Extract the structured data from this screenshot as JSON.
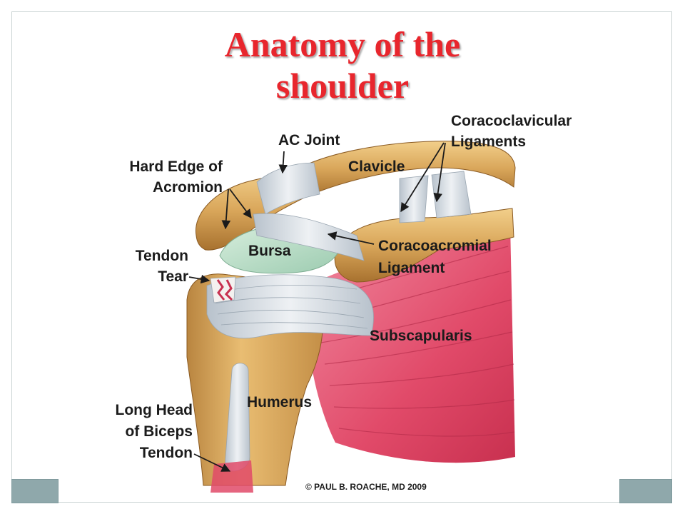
{
  "title": {
    "line1": "Anatomy of the",
    "line2": "shoulder"
  },
  "labels": {
    "ac_joint": "AC Joint",
    "coracoclavicular_1": "Coracoclavicular",
    "coracoclavicular_2": "Ligaments",
    "clavicle": "Clavicle",
    "hard_edge_1": "Hard Edge of",
    "hard_edge_2": "Acromion",
    "bursa": "Bursa",
    "tendon_tear_1": "Tendon",
    "tendon_tear_2": "Tear",
    "coracoacromial_1": "Coracoacromial",
    "coracoacromial_2": "Ligament",
    "subscapularis": "Subscapularis",
    "humerus": "Humerus",
    "biceps_1": "Long Head",
    "biceps_2": "of Biceps",
    "biceps_3": "Tendon"
  },
  "credit": "© PAUL B. ROACHE, MD 2009",
  "colors": {
    "title": "#e8262d",
    "bone": "#d9a65a",
    "ligament": "#c9cfd6",
    "bursa": "#b6dcc4",
    "muscle": "#e4506e",
    "accent_block": "#8fa8ab"
  }
}
